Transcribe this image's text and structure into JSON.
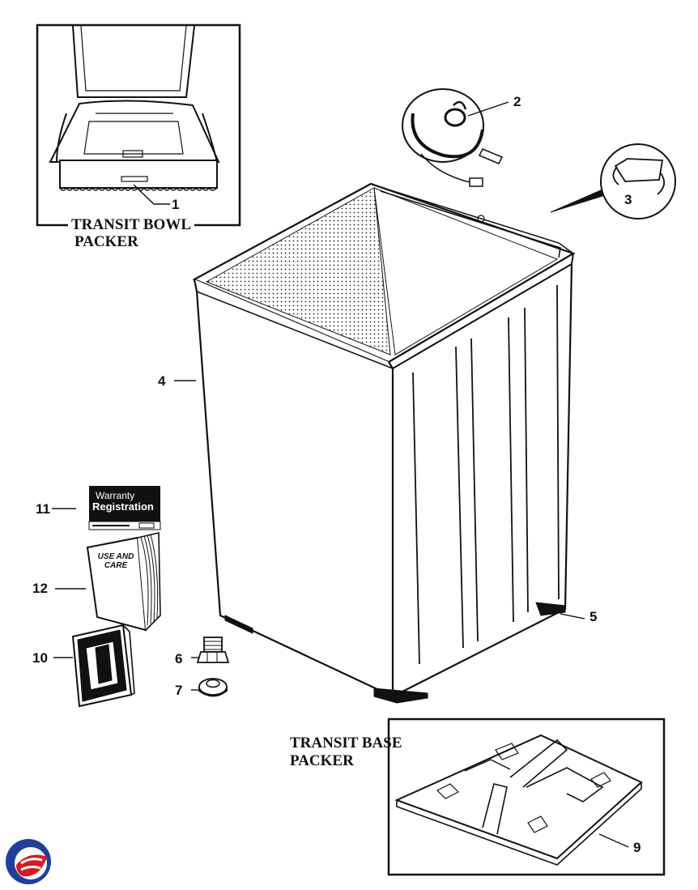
{
  "diagram": {
    "callouts": {
      "c1": "1",
      "c2": "2",
      "c3": "3",
      "c4": "4",
      "c5": "5",
      "c6": "6",
      "c7": "7",
      "c9": "9",
      "c10": "10",
      "c11": "11",
      "c12": "12"
    },
    "captions": {
      "bowl_line1": "TRANSIT BOWL",
      "bowl_line2": "PACKER",
      "base_line1": "TRANSIT BASE",
      "base_line2": "PACKER"
    },
    "booklet": {
      "warranty_line1": "Warranty",
      "warranty_line2": "Registration",
      "use_line1": "USE AND",
      "use_line2": "CARE"
    },
    "colors": {
      "line": "#111111",
      "logo_blue": "#1f3f9a",
      "logo_red": "#d71920"
    }
  }
}
